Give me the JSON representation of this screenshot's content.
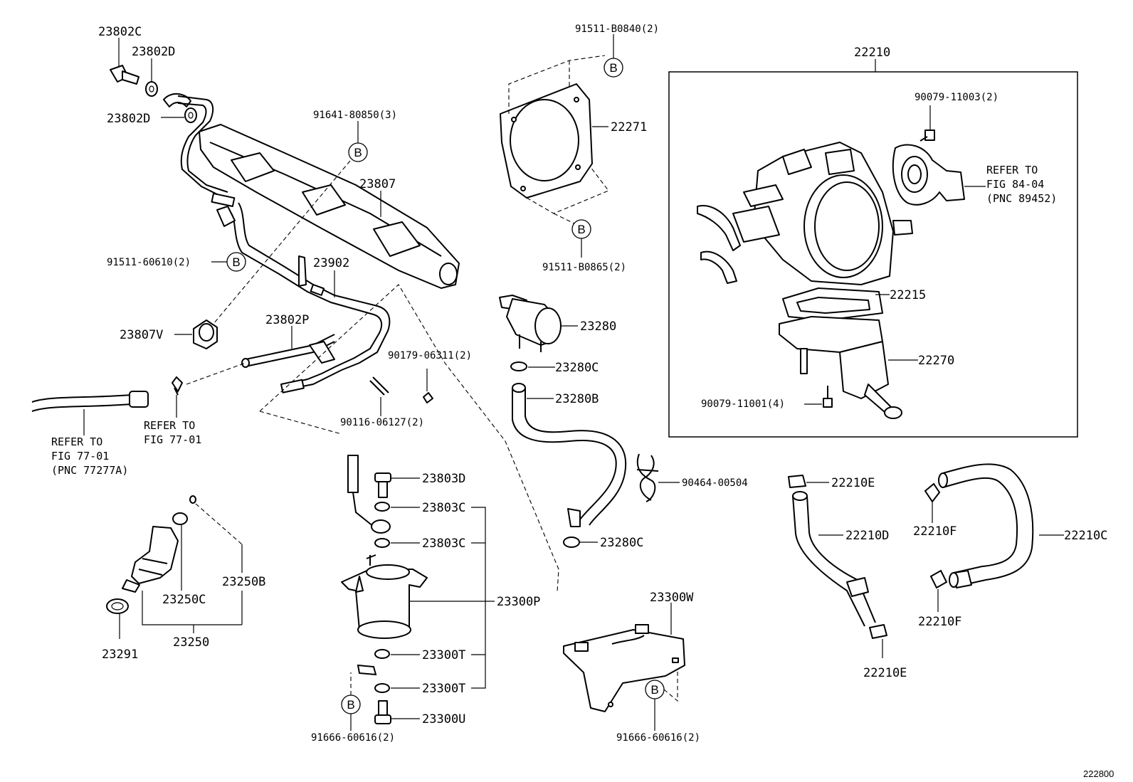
{
  "figure_number": "222800",
  "ref_marker": "B",
  "labels": {
    "p23802C": "23802C",
    "p23802D_1": "23802D",
    "p23802D_2": "23802D",
    "p91641": "91641-80850(3)",
    "p23807": "23807",
    "p91511_60610": "91511-60610(2)",
    "p23902": "23902",
    "p23807V": "23807V",
    "p23802P": "23802P",
    "p90179": "90179-06311(2)",
    "p90116": "90116-06127(2)",
    "p91511_B0840": "91511-B0840(2)",
    "p22271": "22271",
    "p91511_B0865": "91511-B0865(2)",
    "p23280": "23280",
    "p23280C_1": "23280C",
    "p23280B": "23280B",
    "p90464": "90464-00504",
    "p23280C_2": "23280C",
    "p22210": "22210",
    "p90079_11003": "90079-11003(2)",
    "p22215": "22215",
    "p22270": "22270",
    "p90079_11001": "90079-11001(4)",
    "p23803D": "23803D",
    "p23803C_1": "23803C",
    "p23803C_2": "23803C",
    "p23300P": "23300P",
    "p23300T_1": "23300T",
    "p23300T_2": "23300T",
    "p23300U": "23300U",
    "p91666_left": "91666-60616(2)",
    "p23300W": "23300W",
    "p91666_right": "91666-60616(2)",
    "p22210E_1": "22210E",
    "p22210D": "22210D",
    "p22210E_2": "22210E",
    "p22210F_1": "22210F",
    "p22210F_2": "22210F",
    "p22210C": "22210C",
    "p23250B": "23250B",
    "p23250C": "23250C",
    "p23250": "23250",
    "p23291": "23291"
  },
  "refer_notes": {
    "fig84": [
      "REFER TO",
      "FIG 84-04",
      "(PNC 89452)"
    ],
    "fig77_small": [
      "REFER TO",
      "FIG 77-01"
    ],
    "fig77_large": [
      "REFER TO",
      "FIG 77-01",
      "(PNC 77277A)"
    ]
  }
}
